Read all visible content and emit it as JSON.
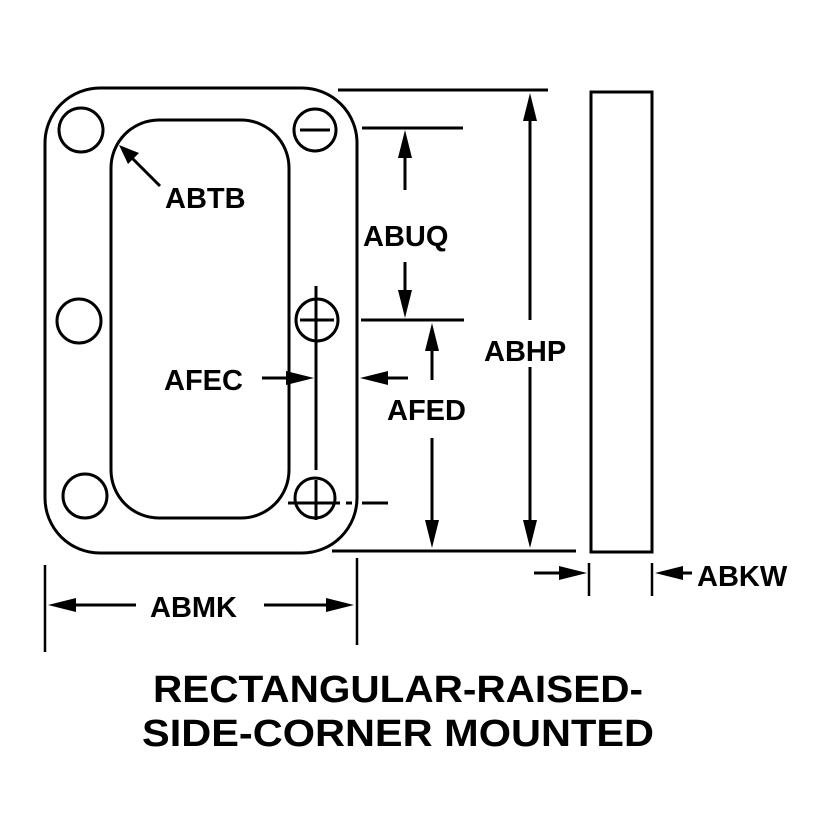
{
  "diagram": {
    "colors": {
      "stroke": "#000000",
      "background": "#ffffff"
    },
    "labels": {
      "inner_corner_radius": "ABTB",
      "hole_spacing_upper": "ABUQ",
      "overall_height": "ABHP",
      "edge_to_hole_center": "AFEC",
      "hole_spacing_lower": "AFED",
      "overall_width": "ABMK",
      "thickness": "ABKW"
    },
    "title": {
      "line1": "RECTANGULAR-RAISED-",
      "line2": "SIDE-CORNER MOUNTED"
    }
  }
}
